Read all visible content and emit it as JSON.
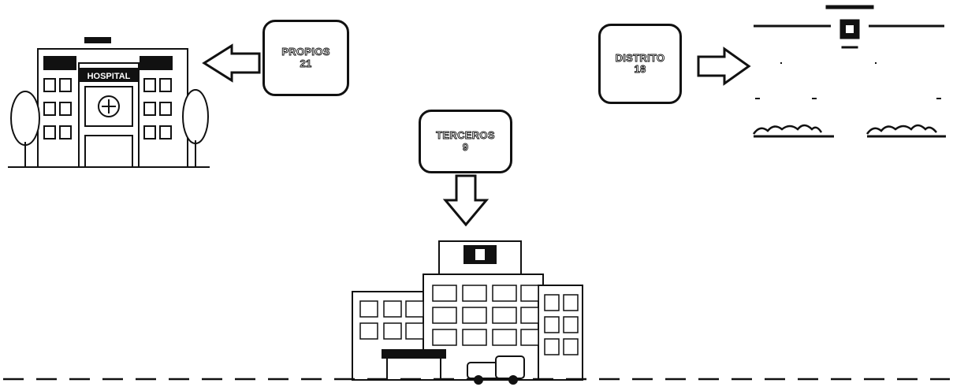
{
  "boxes": {
    "propios": {
      "label": "PROPIOS",
      "value": "21"
    },
    "distrito": {
      "label": "DISTRITO",
      "value": "18"
    },
    "terceros": {
      "label": "TERCEROS",
      "value": "9"
    }
  },
  "illustrations": {
    "hospital_left_sign": "HOSPITAL"
  },
  "icons": [
    "hospital-building-icon",
    "hospital-floorplan-icon",
    "hospital-large-building-icon",
    "arrow-left-icon",
    "arrow-right-icon",
    "arrow-down-icon"
  ],
  "colors": {
    "stroke": "#111111",
    "background": "#ffffff"
  }
}
